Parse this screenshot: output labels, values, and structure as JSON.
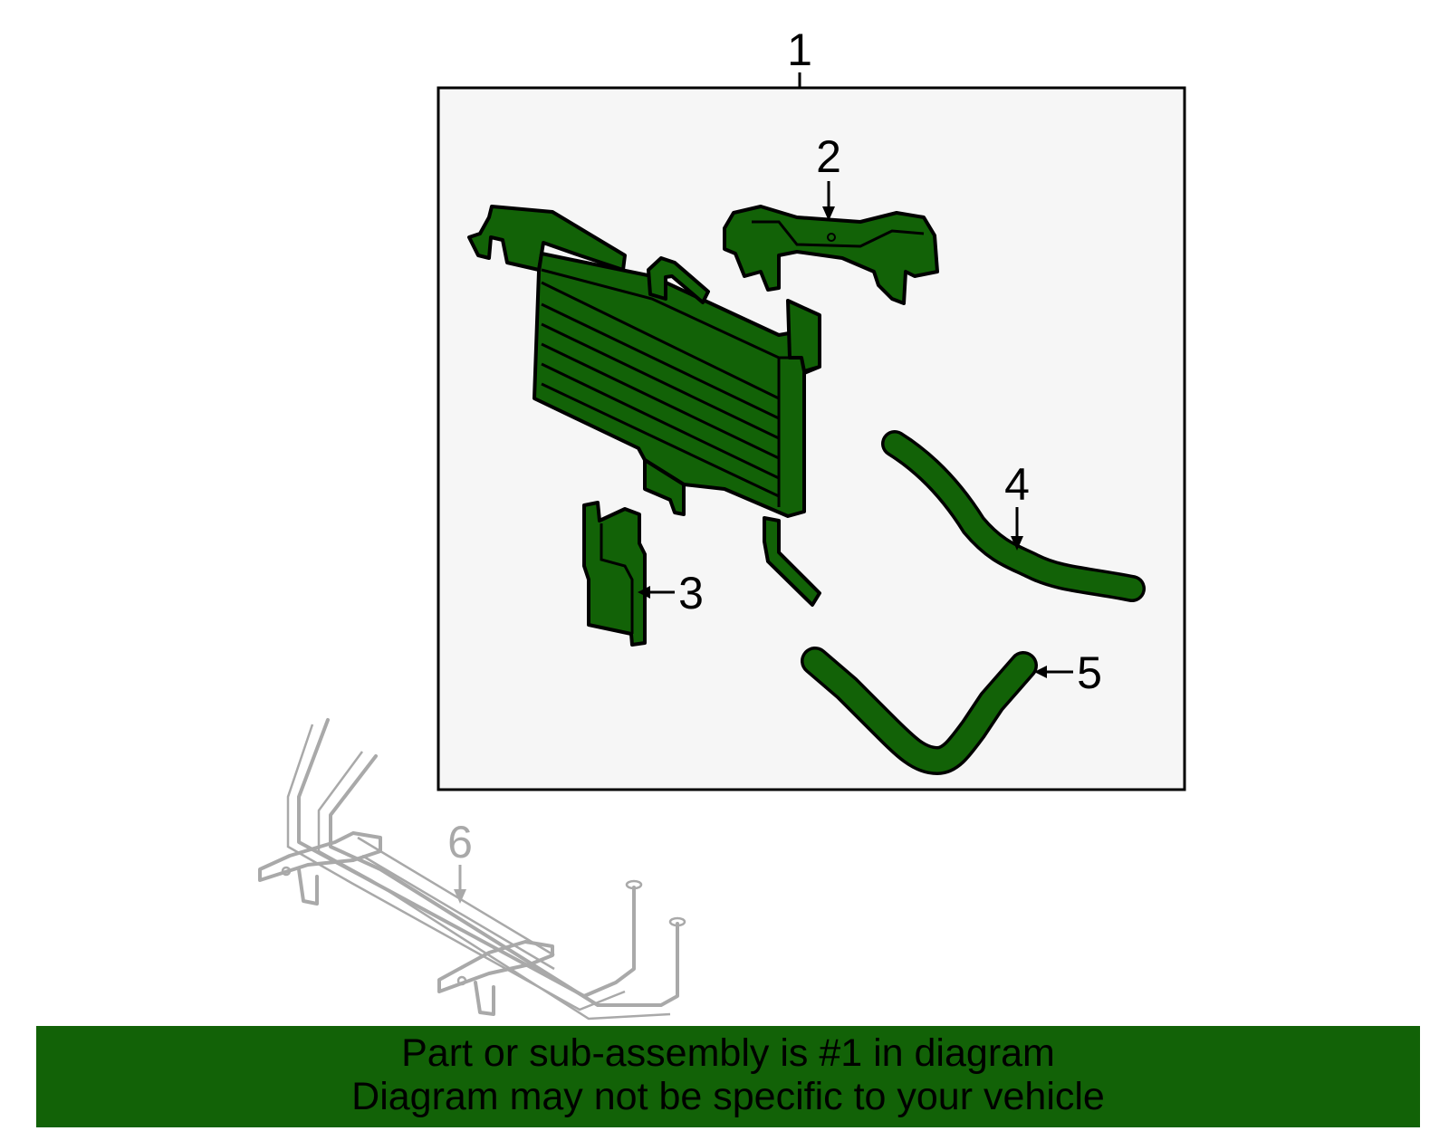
{
  "diagram": {
    "callouts": {
      "c1": "1",
      "c2": "2",
      "c3": "3",
      "c4": "4",
      "c5": "5",
      "c6": "6"
    },
    "colors": {
      "part": "#126207",
      "ghost_part": "#a9a9a9",
      "panel_bg": "#f6f6f6",
      "banner_bg": "#126207"
    }
  },
  "banner": {
    "line1": "Part or sub-assembly is #1 in diagram",
    "line2": "Diagram may not be specific to your vehicle"
  }
}
